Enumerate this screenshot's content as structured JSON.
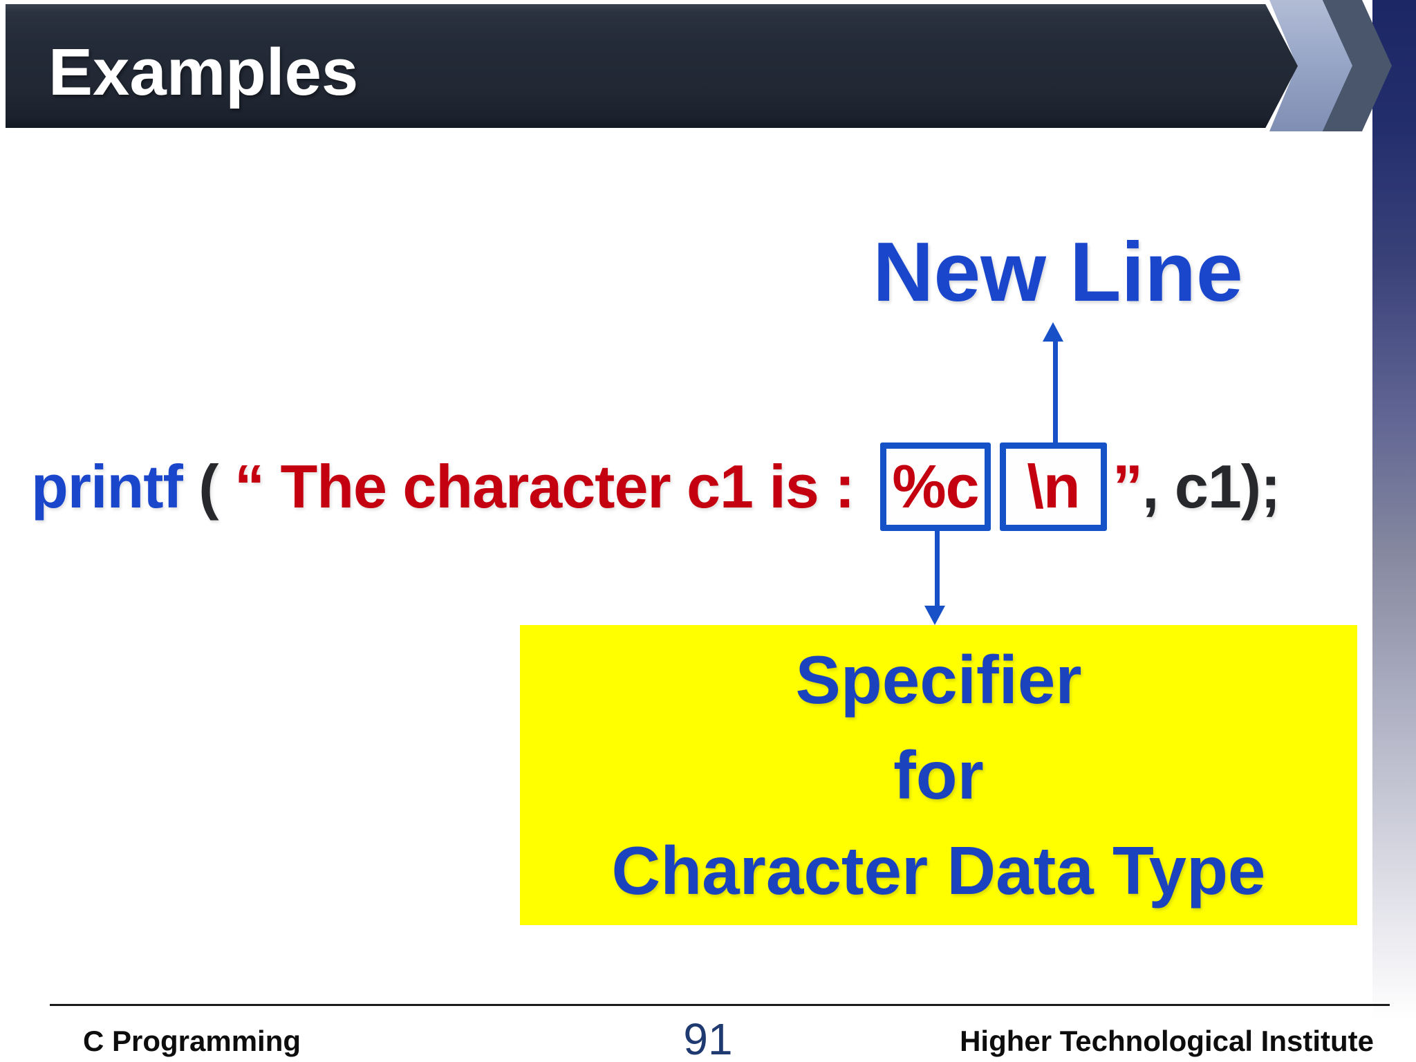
{
  "slide": {
    "title": "Examples",
    "code": {
      "printf": "printf",
      "open_paren": " ( ",
      "open_quote": "“ ",
      "string_text": "The character c1 is : ",
      "specifier": "%c",
      "newline": "\\n",
      "close_quote": "”",
      "comma": ", ",
      "args": "c1);"
    },
    "annotations": {
      "new_line_label": "New Line",
      "specifier_line1": "Specifier",
      "specifier_line2": "for",
      "specifier_line3": "Character Data Type"
    },
    "footer": {
      "course": "C Programming",
      "page_number": "91",
      "institute": "Higher Technological Institute"
    },
    "colors": {
      "header_bar": "#242b38",
      "chevron_light": "#98a6c7",
      "chevron_slate": "#49566c",
      "accent_blue": "#1a46cc",
      "box_border_blue": "#1552c8",
      "code_red": "#c40010",
      "code_black": "#26282c",
      "highlight_yellow": "#ffff00",
      "footer_navy": "#1e3a70"
    }
  }
}
